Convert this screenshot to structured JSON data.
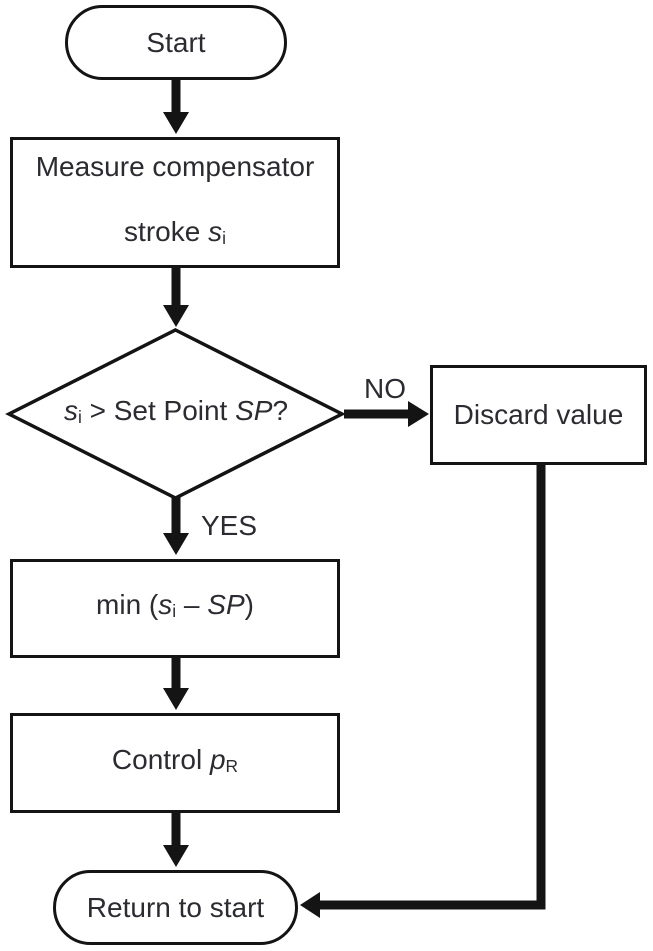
{
  "flow": {
    "start": {
      "label": "Start"
    },
    "measure": {
      "line1": "Measure compensator",
      "line2_text": "stroke ",
      "line2_var": "s",
      "line2_sub": "i"
    },
    "decision": {
      "var": "s",
      "sub": "i",
      "text": " > Set Point ",
      "var2": "SP",
      "suffix": "?"
    },
    "edges": {
      "no": "NO",
      "yes": "YES"
    },
    "discard": {
      "label": "Discard value"
    },
    "min_step": {
      "text1": "min (",
      "var": "s",
      "sub": "i",
      "text2": " – ",
      "var2": "SP",
      "text3": ")"
    },
    "control": {
      "text": "Control ",
      "var": "p",
      "sub": "R"
    },
    "return_step": {
      "label": "Return to start"
    }
  },
  "colors": {
    "line": "#141414",
    "text": "#2b2b31",
    "background": "#ffffff"
  }
}
